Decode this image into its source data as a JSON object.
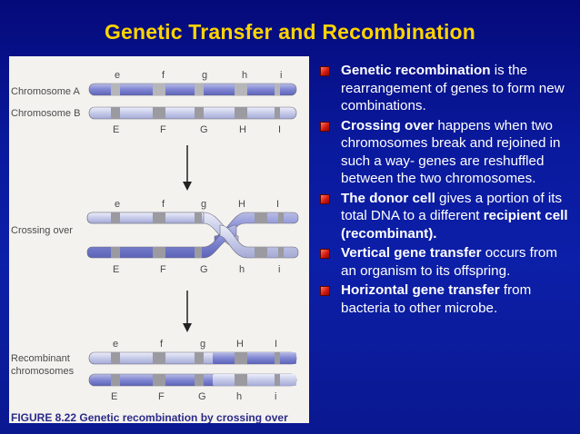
{
  "slide": {
    "title": "Genetic Transfer and Recombination"
  },
  "figure": {
    "label_chromosome_a": "Chromosome A",
    "label_chromosome_b": "Chromosome B",
    "label_crossing_over": "Crossing over",
    "label_recombinant_1": "Recombinant",
    "label_recombinant_2": "chromosomes",
    "caption": "FIGURE 8.22 Genetic recombination by crossing over",
    "genes_a": [
      "e",
      "f",
      "g",
      "h",
      "i"
    ],
    "genes_b": [
      "E",
      "F",
      "G",
      "H",
      "I"
    ],
    "genes_cross_top": [
      "e",
      "f",
      "g",
      "H",
      "I"
    ],
    "genes_cross_bottom": [
      "E",
      "F",
      "G",
      "h",
      "i"
    ],
    "genes_recomb_top": [
      "e",
      "f",
      "g",
      "H",
      "I"
    ],
    "genes_recomb_bottom": [
      "E",
      "F",
      "G",
      "h",
      "i"
    ]
  },
  "bullets": [
    {
      "bold": "Genetic recombination",
      "rest": " is the rearrangement of genes to form new combinations."
    },
    {
      "bold": "Crossing over",
      "rest": " happens when two chromosomes break and rejoined in such a way- genes are reshuffled between the two chromosomes."
    },
    {
      "bold": "The donor cell",
      "rest": " gives a portion of its total DNA to a different ",
      "bold2": "recipient cell (recombinant)."
    },
    {
      "bold": "Vertical gene transfer",
      "rest": " occurs from an organism to its offspring."
    },
    {
      "bold": "Horizontal gene transfer",
      "rest": " from bacteria to other microbe."
    }
  ],
  "colors": {
    "title": "#ffd400",
    "background": "#0a1a9e",
    "bullet": "#d41a10",
    "chromosome_a": "#7f86d2",
    "chromosome_b": "#c6cae8",
    "band_dark": "#9a9aa0"
  }
}
